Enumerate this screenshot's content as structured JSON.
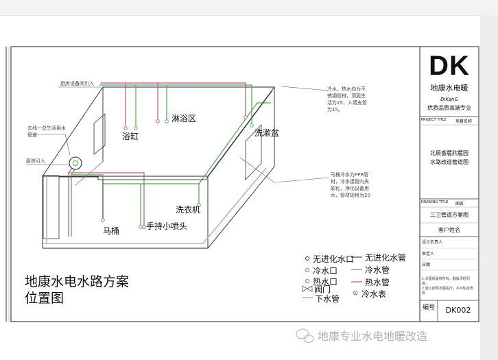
{
  "titleblock": {
    "logo": "DK",
    "company": "地康水电暖",
    "company_en": "DiKanG",
    "slogan": "优质品质高端专业",
    "project_title_en": "PROJECT TITLE",
    "project_title_cn": "项目名称",
    "project_name": [
      "北辰香麓欣麓园",
      "水路改造管道图"
    ],
    "drawing_title_en": "DRAWING TITLE",
    "drawing_title_cn": "图名",
    "drawing_name": "三卫管道方案图",
    "client": "客户姓名",
    "design_lead": "设计负责人",
    "reviewer": "审定人",
    "date": "日期",
    "note1": "1.本图纸版权所有，翻版须经同",
    "note1b": "意。",
    "note2": "2.施工按照本图执行，不可私自修",
    "note2b": "改",
    "number_label": "编号",
    "number": "DK002"
  },
  "labels": {
    "shower_area": "淋浴区",
    "bathtub": "浴缸",
    "washbasin": "洗漱盆",
    "washing_machine": "洗衣机",
    "toilet": "马桶",
    "handheld_shower": "手持小喷头"
  },
  "notes": {
    "kitchen_supply": "厨房设备间引入",
    "filter": [
      "去线一总生活用水",
      "管道"
    ],
    "kitchen_in": "厨房引入",
    "pipe_spec": [
      "冷水、热水均为不",
      "锈钢管材，顶面生",
      "活为25，入墙支管",
      "为15。"
    ],
    "ppr_note": [
      "马桶冷水为PPR管",
      "材，冷水接管内夹",
      "软化，净化设备用",
      "水，管材规格为20"
    ]
  },
  "legend": {
    "items": [
      "无进化水口",
      "冷水口",
      "热水口",
      "阀门",
      "下水管",
      "无进化水管",
      "冷水管",
      "热水管",
      "冷水表"
    ],
    "colors": {
      "cold": "#4aa84a",
      "hot": "#c0508a",
      "purified": "#444444",
      "drain": "#c9a3d9",
      "wall": "#222222"
    }
  },
  "caption": [
    "地康水电水路方案",
    "位置图"
  ],
  "watermark": "地康专业水电地暖改造"
}
